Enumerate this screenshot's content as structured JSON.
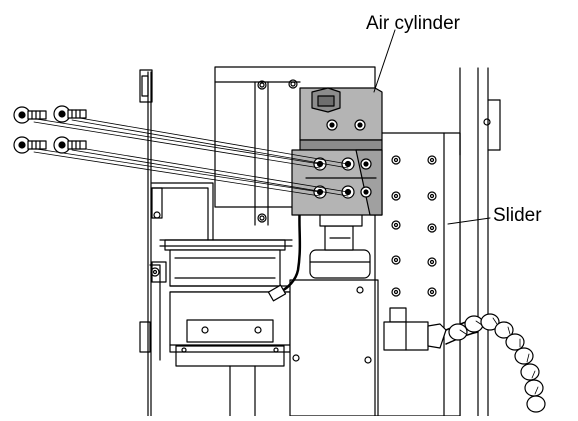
{
  "labels": {
    "air_cylinder": "Air cylinder",
    "slider": "Slider"
  },
  "colors": {
    "line": "#000000",
    "cylinder_fill": "#b4b4b4",
    "cylinder_shadow": "#8c8c8c",
    "background": "#ffffff"
  },
  "parts": {
    "screw_count": 4,
    "bolt_count": 4
  }
}
